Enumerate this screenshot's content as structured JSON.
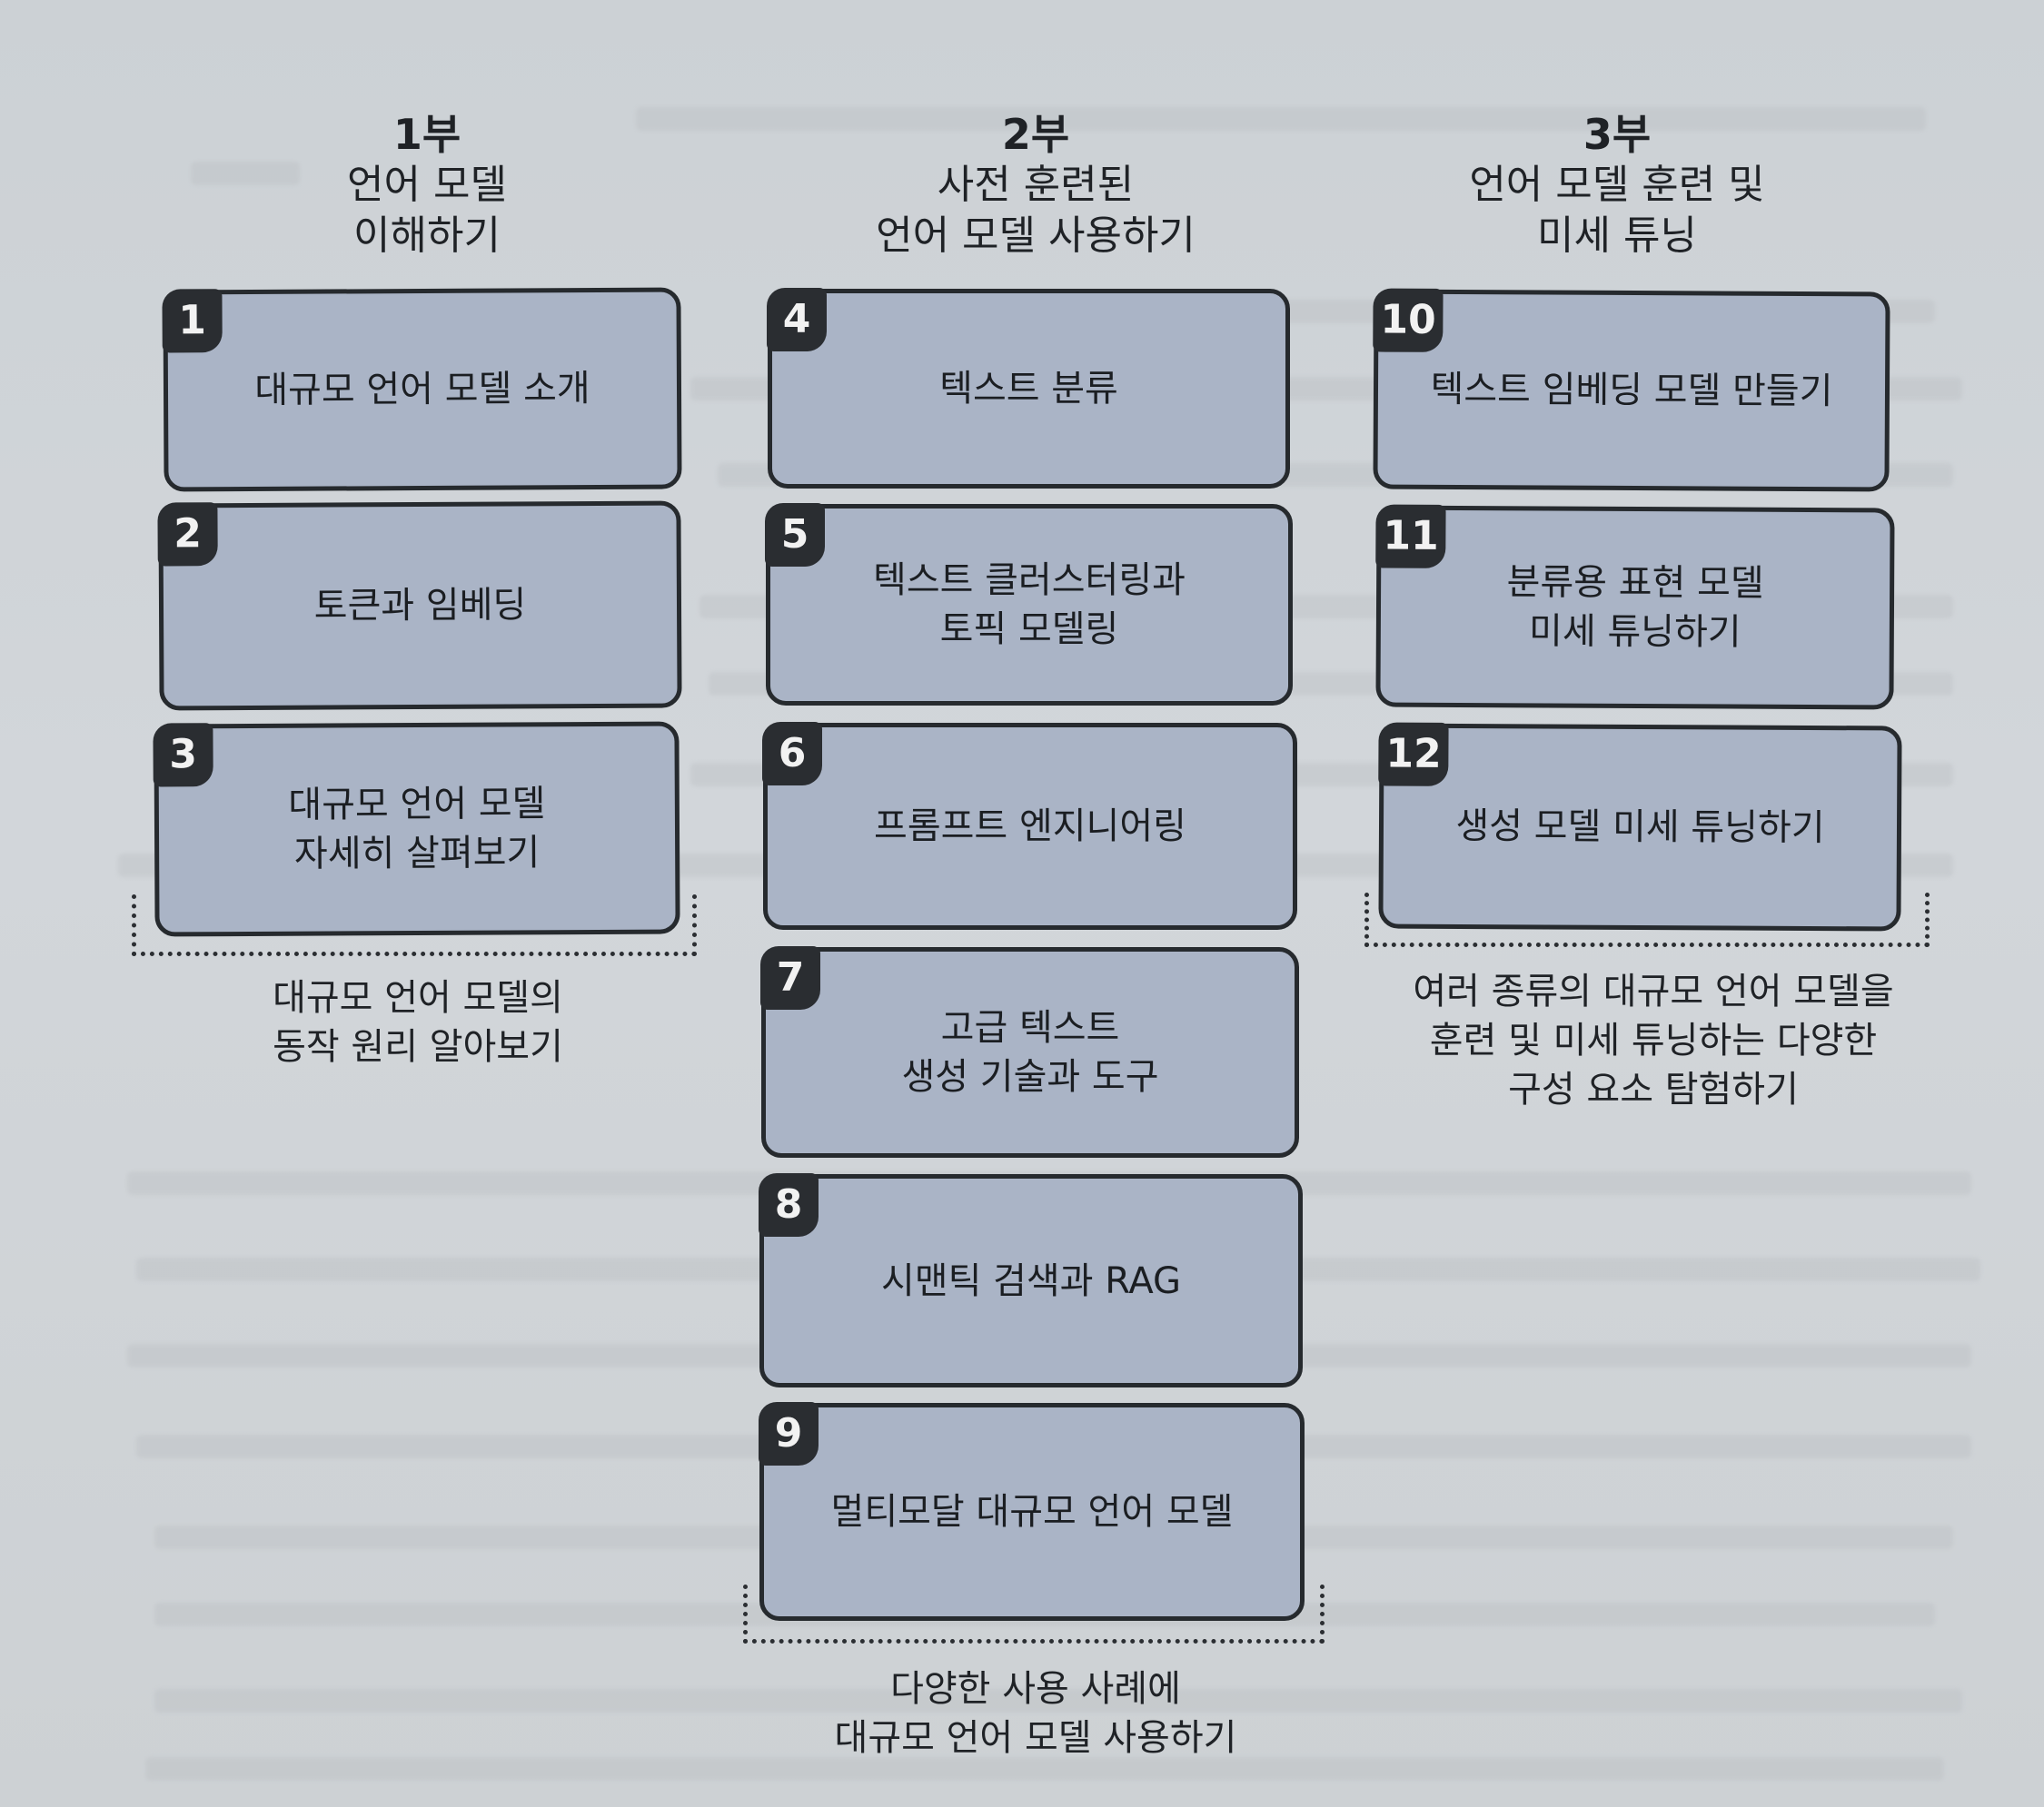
{
  "columns": [
    {
      "part": "1부",
      "title": "언어 모델\n이해하기",
      "chapters": [
        {
          "num": "1",
          "title": "대규모 언어 모델 소개"
        },
        {
          "num": "2",
          "title": "토큰과 임베딩"
        },
        {
          "num": "3",
          "title": "대규모 언어 모델\n자세히 살펴보기"
        }
      ],
      "summary": "대규모 언어 모델의\n동작 원리 알아보기"
    },
    {
      "part": "2부",
      "title": "사전 훈련된\n언어 모델 사용하기",
      "chapters": [
        {
          "num": "4",
          "title": "텍스트 분류"
        },
        {
          "num": "5",
          "title": "텍스트 클러스터링과\n토픽 모델링"
        },
        {
          "num": "6",
          "title": "프롬프트 엔지니어링"
        },
        {
          "num": "7",
          "title": "고급 텍스트\n생성 기술과 도구"
        },
        {
          "num": "8",
          "title": "시맨틱 검색과 RAG"
        },
        {
          "num": "9",
          "title": "멀티모달 대규모 언어 모델"
        }
      ],
      "summary": "다양한 사용 사례에\n대규모 언어 모델 사용하기"
    },
    {
      "part": "3부",
      "title": "언어 모델 훈련 및\n미세 튜닝",
      "chapters": [
        {
          "num": "10",
          "title": "텍스트 임베딩 모델 만들기"
        },
        {
          "num": "11",
          "title": "분류용 표현 모델\n미세 튜닝하기"
        },
        {
          "num": "12",
          "title": "생성 모델 미세 튜닝하기"
        }
      ],
      "summary": "여러 종류의 대규모 언어 모델을\n훈련 및 미세 튜닝하는 다양한\n구성 요소 탐험하기"
    }
  ],
  "colors": {
    "card_fill": "#aab4c6",
    "card_border": "#262a2e",
    "badge": "#2a2d31",
    "page": "#cfd3d7"
  }
}
